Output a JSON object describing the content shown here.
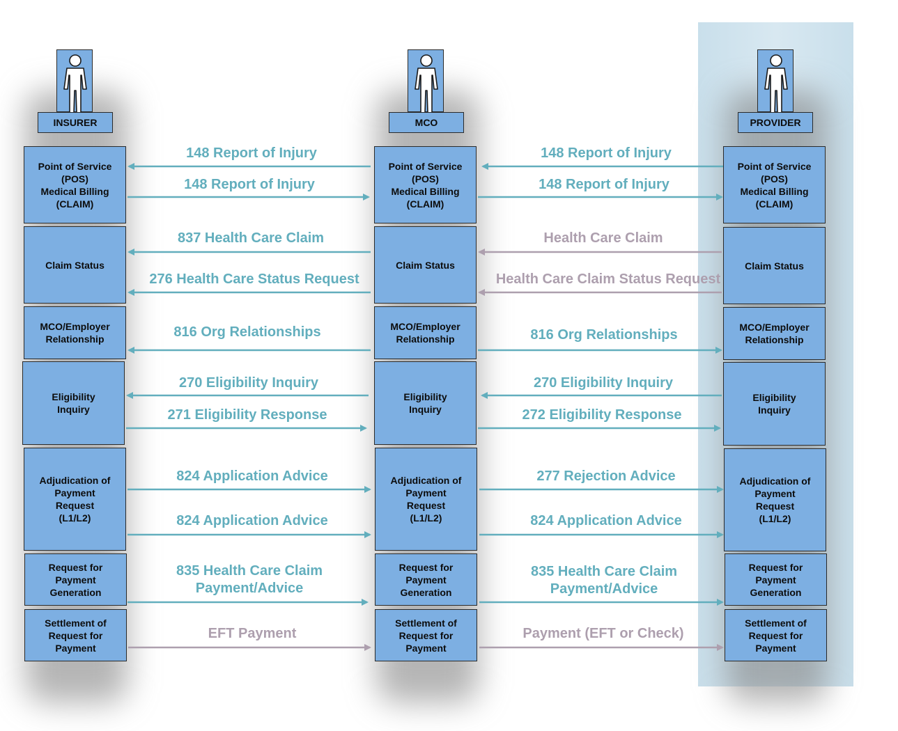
{
  "colors": {
    "box": "#7dafe2",
    "teal": "#62aebd",
    "grey": "#ad9fae",
    "highlight": "#cfe3ee"
  },
  "actors": [
    {
      "name": "INSURER",
      "icon": "person-icon"
    },
    {
      "name": "MCO",
      "icon": "person-icon"
    },
    {
      "name": "PROVIDER",
      "icon": "person-icon"
    }
  ],
  "steps": {
    "insurer": [
      "Point of Service\n(POS)\nMedical Billing\n(CLAIM)",
      "Claim Status",
      "MCO/Employer\nRelationship",
      "Eligibility\nInquiry",
      "Adjudication of\nPayment\nRequest\n(L1/L2)",
      "Request for\nPayment\nGeneration",
      "Settlement of\nRequest for\nPayment"
    ],
    "mco": [
      "Point of Service\n(POS)\nMedical Billing\n(CLAIM)",
      "Claim Status",
      "MCO/Employer\nRelationship",
      "Eligibility\nInquiry",
      "Adjudication of\nPayment\nRequest\n(L1/L2)",
      "Request for\nPayment\nGeneration",
      "Settlement of\nRequest for\nPayment"
    ],
    "provider": [
      "Point of Service\n(POS)\nMedical Billing\n(CLAIM)",
      "Claim Status",
      "MCO/Employer\nRelationship",
      "Eligibility\nInquiry",
      "Adjudication of\nPayment\nRequest\n(L1/L2)",
      "Request for\nPayment\nGeneration",
      "Settlement of\nRequest for\nPayment"
    ]
  },
  "messages_left": [
    {
      "text": "148 Report of Injury",
      "direction": "to-insurer",
      "color": "teal"
    },
    {
      "text": "148 Report of Injury",
      "direction": "to-mco",
      "color": "teal"
    },
    {
      "text": "837 Health Care Claim",
      "direction": "to-insurer",
      "color": "teal"
    },
    {
      "text": "276 Health Care Status Request",
      "direction": "to-insurer",
      "color": "teal"
    },
    {
      "text": "816 Org Relationships",
      "direction": "to-insurer",
      "color": "teal"
    },
    {
      "text": "270 Eligibility  Inquiry",
      "direction": "to-insurer",
      "color": "teal"
    },
    {
      "text": "271 Eligibility  Response",
      "direction": "to-mco",
      "color": "teal"
    },
    {
      "text": "824 Application Advice",
      "direction": "to-mco",
      "color": "teal"
    },
    {
      "text": "824 Application Advice",
      "direction": "to-mco",
      "color": "teal"
    },
    {
      "text": "835 Health Care Claim\nPayment/Advice",
      "direction": "to-mco",
      "color": "teal"
    },
    {
      "text": "EFT Payment",
      "direction": "to-mco",
      "color": "grey"
    }
  ],
  "messages_right": [
    {
      "text": "148 Report of Injury",
      "direction": "to-mco",
      "color": "teal"
    },
    {
      "text": "148 Report of Injury",
      "direction": "to-provider",
      "color": "teal"
    },
    {
      "text": "Health Care Claim",
      "direction": "to-mco",
      "color": "grey"
    },
    {
      "text": "Health Care Claim Status Request",
      "direction": "to-mco",
      "color": "grey"
    },
    {
      "text": "816 Org Relationships",
      "direction": "to-provider",
      "color": "teal"
    },
    {
      "text": "270 Eligibility  Inquiry",
      "direction": "to-mco",
      "color": "teal"
    },
    {
      "text": "272 Eligibility  Response",
      "direction": "to-provider",
      "color": "teal"
    },
    {
      "text": "277 Rejection Advice",
      "direction": "to-provider",
      "color": "teal"
    },
    {
      "text": "824 Application Advice",
      "direction": "to-provider",
      "color": "teal"
    },
    {
      "text": "835 Health Care Claim\nPayment/Advice",
      "direction": "to-provider",
      "color": "teal"
    },
    {
      "text": "Payment (EFT or Check)",
      "direction": "to-provider",
      "color": "grey"
    }
  ]
}
